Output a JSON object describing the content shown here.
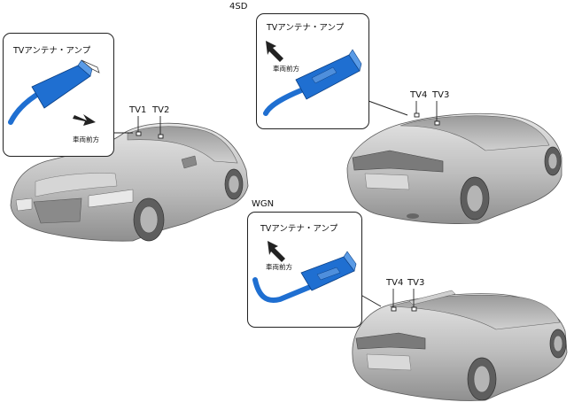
{
  "labels": {
    "sedan": "4SD",
    "wagon": "WGN",
    "part": "TVアンテナ・アンプ",
    "forward": "車両前方",
    "tv1": "TV1",
    "tv2": "TV2",
    "tv3": "TV3",
    "tv4": "TV4"
  },
  "colors": {
    "part_blue": "#1f6fd1",
    "car_gray": "#bdbdbd"
  }
}
